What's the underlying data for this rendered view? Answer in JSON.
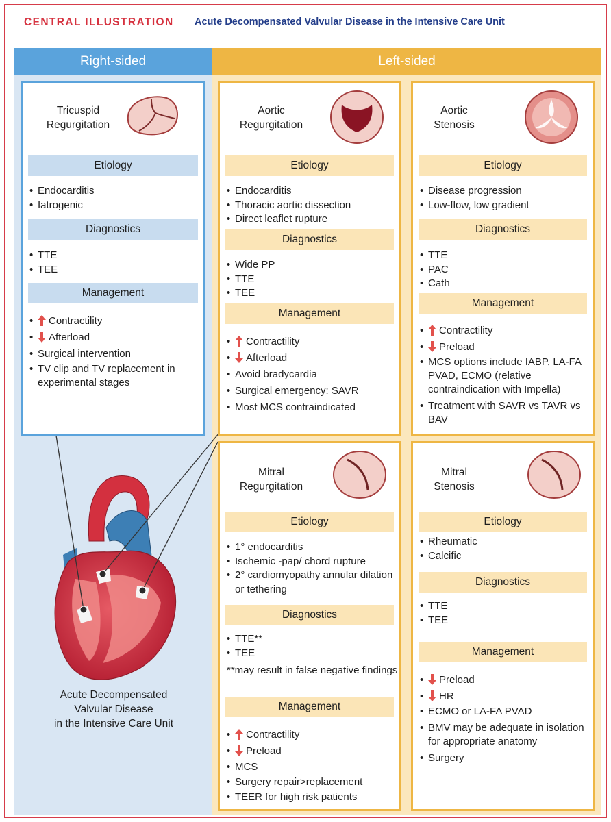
{
  "header": {
    "label": "CENTRAL ILLUSTRATION",
    "title": "Acute Decompensated Valvular Disease in the Intensive Care Unit"
  },
  "columns": {
    "right": "Right-sided",
    "left": "Left-sided"
  },
  "heart_caption": [
    "Acute Decompensated",
    "Valvular Disease",
    "in the Intensive Care Unit"
  ],
  "panels": {
    "tr": {
      "title": [
        "Tricuspid",
        "Regurgitation"
      ],
      "etiology_label": "Etiology",
      "etiology": [
        "Endocarditis",
        "Iatrogenic"
      ],
      "diagnostics_label": "Diagnostics",
      "diagnostics": [
        "TTE",
        "TEE"
      ],
      "management_label": "Management",
      "management": [
        "Contractility",
        "Afterload",
        "Surgical intervention",
        "TV clip and TV replacement in experimental stages"
      ]
    },
    "ar": {
      "title": [
        "Aortic",
        "Regurgitation"
      ],
      "etiology_label": "Etiology",
      "etiology": [
        "Endocarditis",
        "Thoracic aortic dissection",
        "Direct leaflet rupture"
      ],
      "diagnostics_label": "Diagnostics",
      "diagnostics": [
        "Wide PP",
        "TTE",
        "TEE"
      ],
      "management_label": "Management",
      "management": [
        "Contractility",
        "Afterload",
        "Avoid bradycardia",
        "Surgical emergency: SAVR",
        "Most MCS contraindicated"
      ]
    },
    "as": {
      "title": [
        "Aortic",
        "Stenosis"
      ],
      "etiology_label": "Etiology",
      "etiology": [
        "Disease progression",
        "Low-flow, low gradient"
      ],
      "diagnostics_label": "Diagnostics",
      "diagnostics": [
        "TTE",
        "PAC",
        "Cath"
      ],
      "management_label": "Management",
      "management": [
        "Contractility",
        "Preload",
        "MCS options include IABP, LA-FA PVAD, ECMO (relative contraindication with Impella)",
        "Treatment with SAVR vs TAVR vs BAV"
      ]
    },
    "mr": {
      "title": [
        "Mitral",
        "Regurgitation"
      ],
      "etiology_label": "Etiology",
      "etiology": [
        "1° endocarditis",
        "Ischemic -pap/ chord rupture",
        "2° cardiomyopathy annular dilation or tethering"
      ],
      "diagnostics_label": "Diagnostics",
      "diagnostics": [
        "TTE**",
        "TEE"
      ],
      "diagnostics_note": "**may result in false negative findings",
      "management_label": "Management",
      "management": [
        "Contractility",
        "Preload",
        "MCS",
        "Surgery repair>replacement",
        "TEER for high risk patients"
      ]
    },
    "ms": {
      "title": [
        "Mitral",
        "Stenosis"
      ],
      "etiology_label": "Etiology",
      "etiology": [
        "Rheumatic",
        "Calcific"
      ],
      "diagnostics_label": "Diagnostics",
      "diagnostics": [
        "TTE",
        "TEE"
      ],
      "management_label": "Management",
      "management": [
        "Preload",
        "HR",
        "ECMO or LA-FA PVAD",
        "BMV may be adequate in isolation for appropriate anatomy",
        "Surgery"
      ]
    }
  },
  "colors": {
    "frame": "#d63c4a",
    "header_label": "#d6323f",
    "header_title": "#243e8a",
    "right_bar": "#5aa3dc",
    "left_bar": "#eeb644",
    "right_bg": "#d9e6f3",
    "left_bg": "#fbe7bd",
    "arrow": "#e2514c"
  },
  "icons": {
    "up_arrow": "red-up-arrow-icon",
    "down_arrow": "red-down-arrow-icon",
    "tricuspid_valve": "tricuspid-valve-icon",
    "aortic_regurgitation_valve": "aortic-regurgitation-valve-icon",
    "aortic_stenosis_valve": "aortic-stenosis-valve-icon",
    "mitral_valve": "mitral-valve-icon",
    "heart": "heart-illustration"
  }
}
